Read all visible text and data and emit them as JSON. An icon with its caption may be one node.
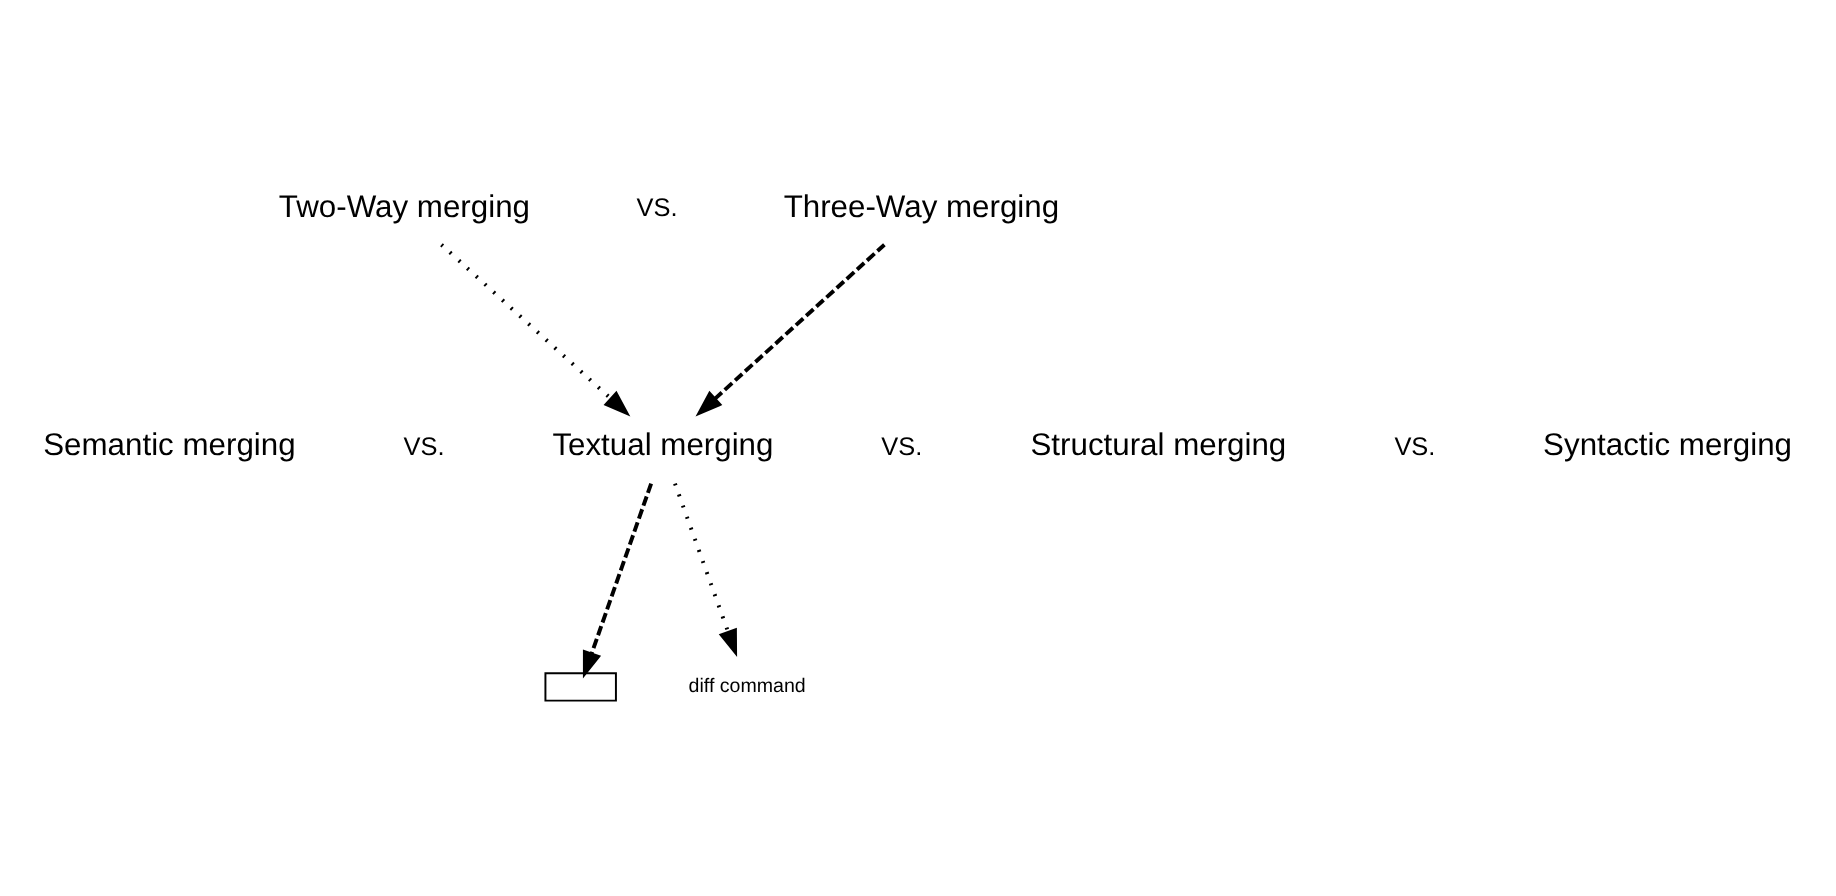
{
  "diagram": {
    "nodes": [
      {
        "text": [
          "Two-Way merging"
        ]
      },
      {
        "text": [
          "Three-Way merging"
        ]
      },
      {
        "text": [
          "Semantic merging"
        ]
      },
      {
        "text": [
          "Textual merging"
        ]
      },
      {
        "text": [
          "Structural merging"
        ]
      },
      {
        "text": [
          "Syntactic merging"
        ]
      },
      {
        "text": [],
        "shape": "box"
      },
      {
        "text": [
          "diff command"
        ]
      }
    ],
    "edges": [
      {
        "from": 0,
        "to": 3,
        "arrow": "to"
      },
      {
        "from": 1,
        "to": 3,
        "arrow": "to",
        "style": "dashed"
      },
      {
        "from": 3,
        "to": 6,
        "arrow": "to",
        "style": "dashed"
      },
      {
        "from": 3,
        "to": 7,
        "arrow": "to"
      }
    ],
    "labels": [
      "VS.",
      "VS.",
      "VS.",
      "VS."
    ]
  }
}
